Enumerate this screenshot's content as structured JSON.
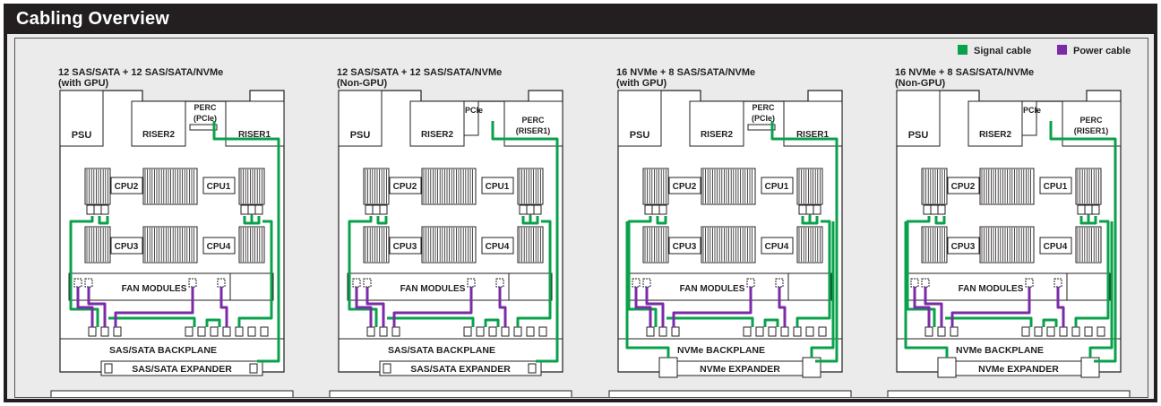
{
  "header": {
    "title": "Cabling Overview"
  },
  "colors": {
    "signal": "#0aa14b",
    "power": "#7b2aa8",
    "header_bg": "#231f20",
    "panel_bg": "#ebebeb"
  },
  "legend": {
    "signal": "Signal cable",
    "power": "Power cable"
  },
  "components": {
    "psu": "PSU",
    "riser1": "RISER1",
    "riser2": "RISER2",
    "perc": "PERC",
    "perc_pcie": "(PCIe)",
    "perc_riser1": "(RISER1)",
    "pcie": "PCIe",
    "cpu1": "CPU1",
    "cpu2": "CPU2",
    "cpu3": "CPU3",
    "cpu4": "CPU4",
    "fan_modules": "FAN MODULES"
  },
  "configs": [
    {
      "title_line1": "12 SAS/SATA + 12 SAS/SATA/NVMe",
      "title_line2": "(with GPU)",
      "backplane": "SAS/SATA BACKPLANE",
      "expander": "SAS/SATA EXPANDER"
    },
    {
      "title_line1": "12 SAS/SATA + 12 SAS/SATA/NVMe",
      "title_line2": "(Non-GPU)",
      "backplane": "SAS/SATA BACKPLANE",
      "expander": "SAS/SATA EXPANDER"
    },
    {
      "title_line1": "16 NVMe + 8 SAS/SATA/NVMe",
      "title_line2": "(with GPU)",
      "backplane": "NVMe BACKPLANE",
      "expander": "NVMe EXPANDER"
    },
    {
      "title_line1": "16 NVMe + 8 SAS/SATA/NVMe",
      "title_line2": "(Non-GPU)",
      "backplane": "NVMe BACKPLANE",
      "expander": "NVMe EXPANDER"
    }
  ]
}
